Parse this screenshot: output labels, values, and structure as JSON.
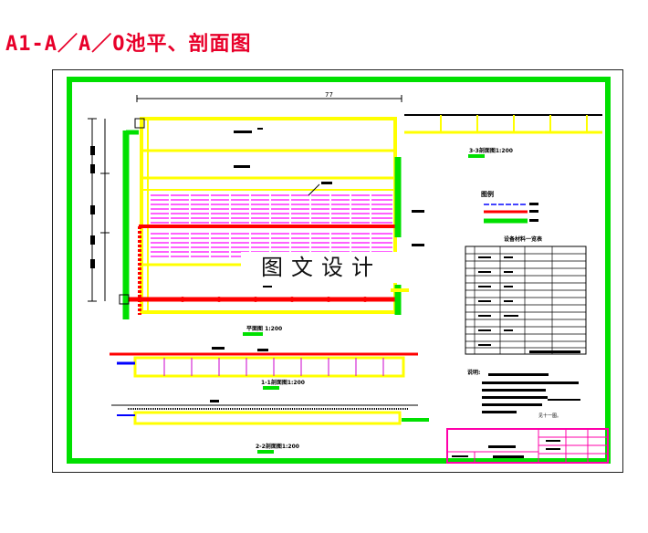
{
  "title": "A1-A／A／O池平、剖面图",
  "watermark": "图文设计",
  "labels": {
    "plan": "平面图 1:200",
    "section_11": "1-1剖面图1:200",
    "section_22": "2-2剖面图1:200",
    "section_33": "3-3剖面图1:200",
    "legend_title": "图例",
    "equipment_title": "设备材料一览表",
    "notes_title": "说明:",
    "note_right": "见十一图。",
    "dim_top": "77"
  },
  "colors": {
    "border": "#00e000",
    "wall": "#ffff00",
    "membrane": "#ff00ff",
    "pipe": "#ff0000",
    "pipe2": "#00cc00",
    "title_block": "#ff00aa",
    "section_line": "#cc00cc"
  }
}
